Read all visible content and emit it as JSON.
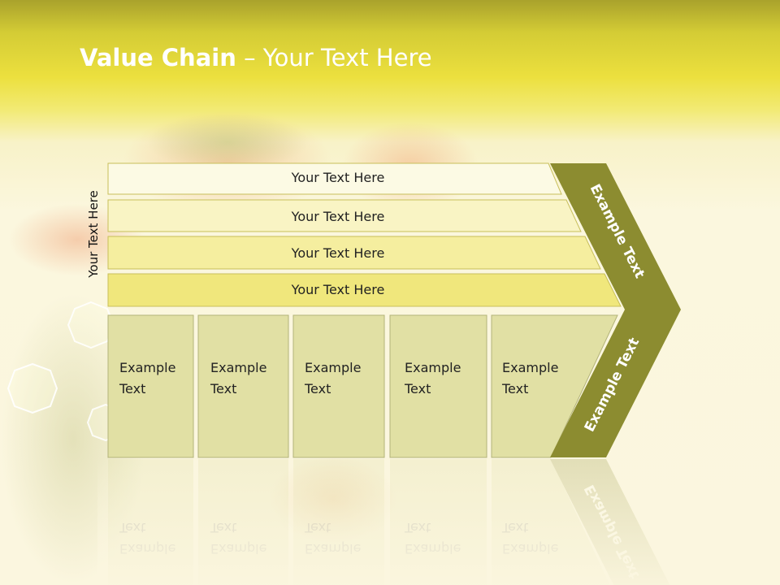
{
  "header": {
    "title_bold": "Value Chain",
    "title_rest": " – Your Text Here"
  },
  "side_label": "Your Text Here",
  "rows": [
    {
      "label": "Your Text Here",
      "fill": "#fcfae4"
    },
    {
      "label": "Your Text Here",
      "fill": "#f9f4c4"
    },
    {
      "label": "Your Text Here",
      "fill": "#f5ee9f"
    },
    {
      "label": "Your Text Here",
      "fill": "#f0e77c"
    }
  ],
  "columns": [
    {
      "line1": "Example",
      "line2": "Text"
    },
    {
      "line1": "Example",
      "line2": "Text"
    },
    {
      "line1": "Example",
      "line2": "Text"
    },
    {
      "line1": "Example",
      "line2": "Text"
    },
    {
      "line1": "Example",
      "line2": "Text"
    }
  ],
  "chevron": {
    "upper_label": "Example Text",
    "lower_label": "Example Text",
    "color": "#8c8c30"
  },
  "colors": {
    "column_fill": "#e1e0a4",
    "column_stroke": "#b3b37a",
    "row_stroke": "#c8bf5a"
  }
}
